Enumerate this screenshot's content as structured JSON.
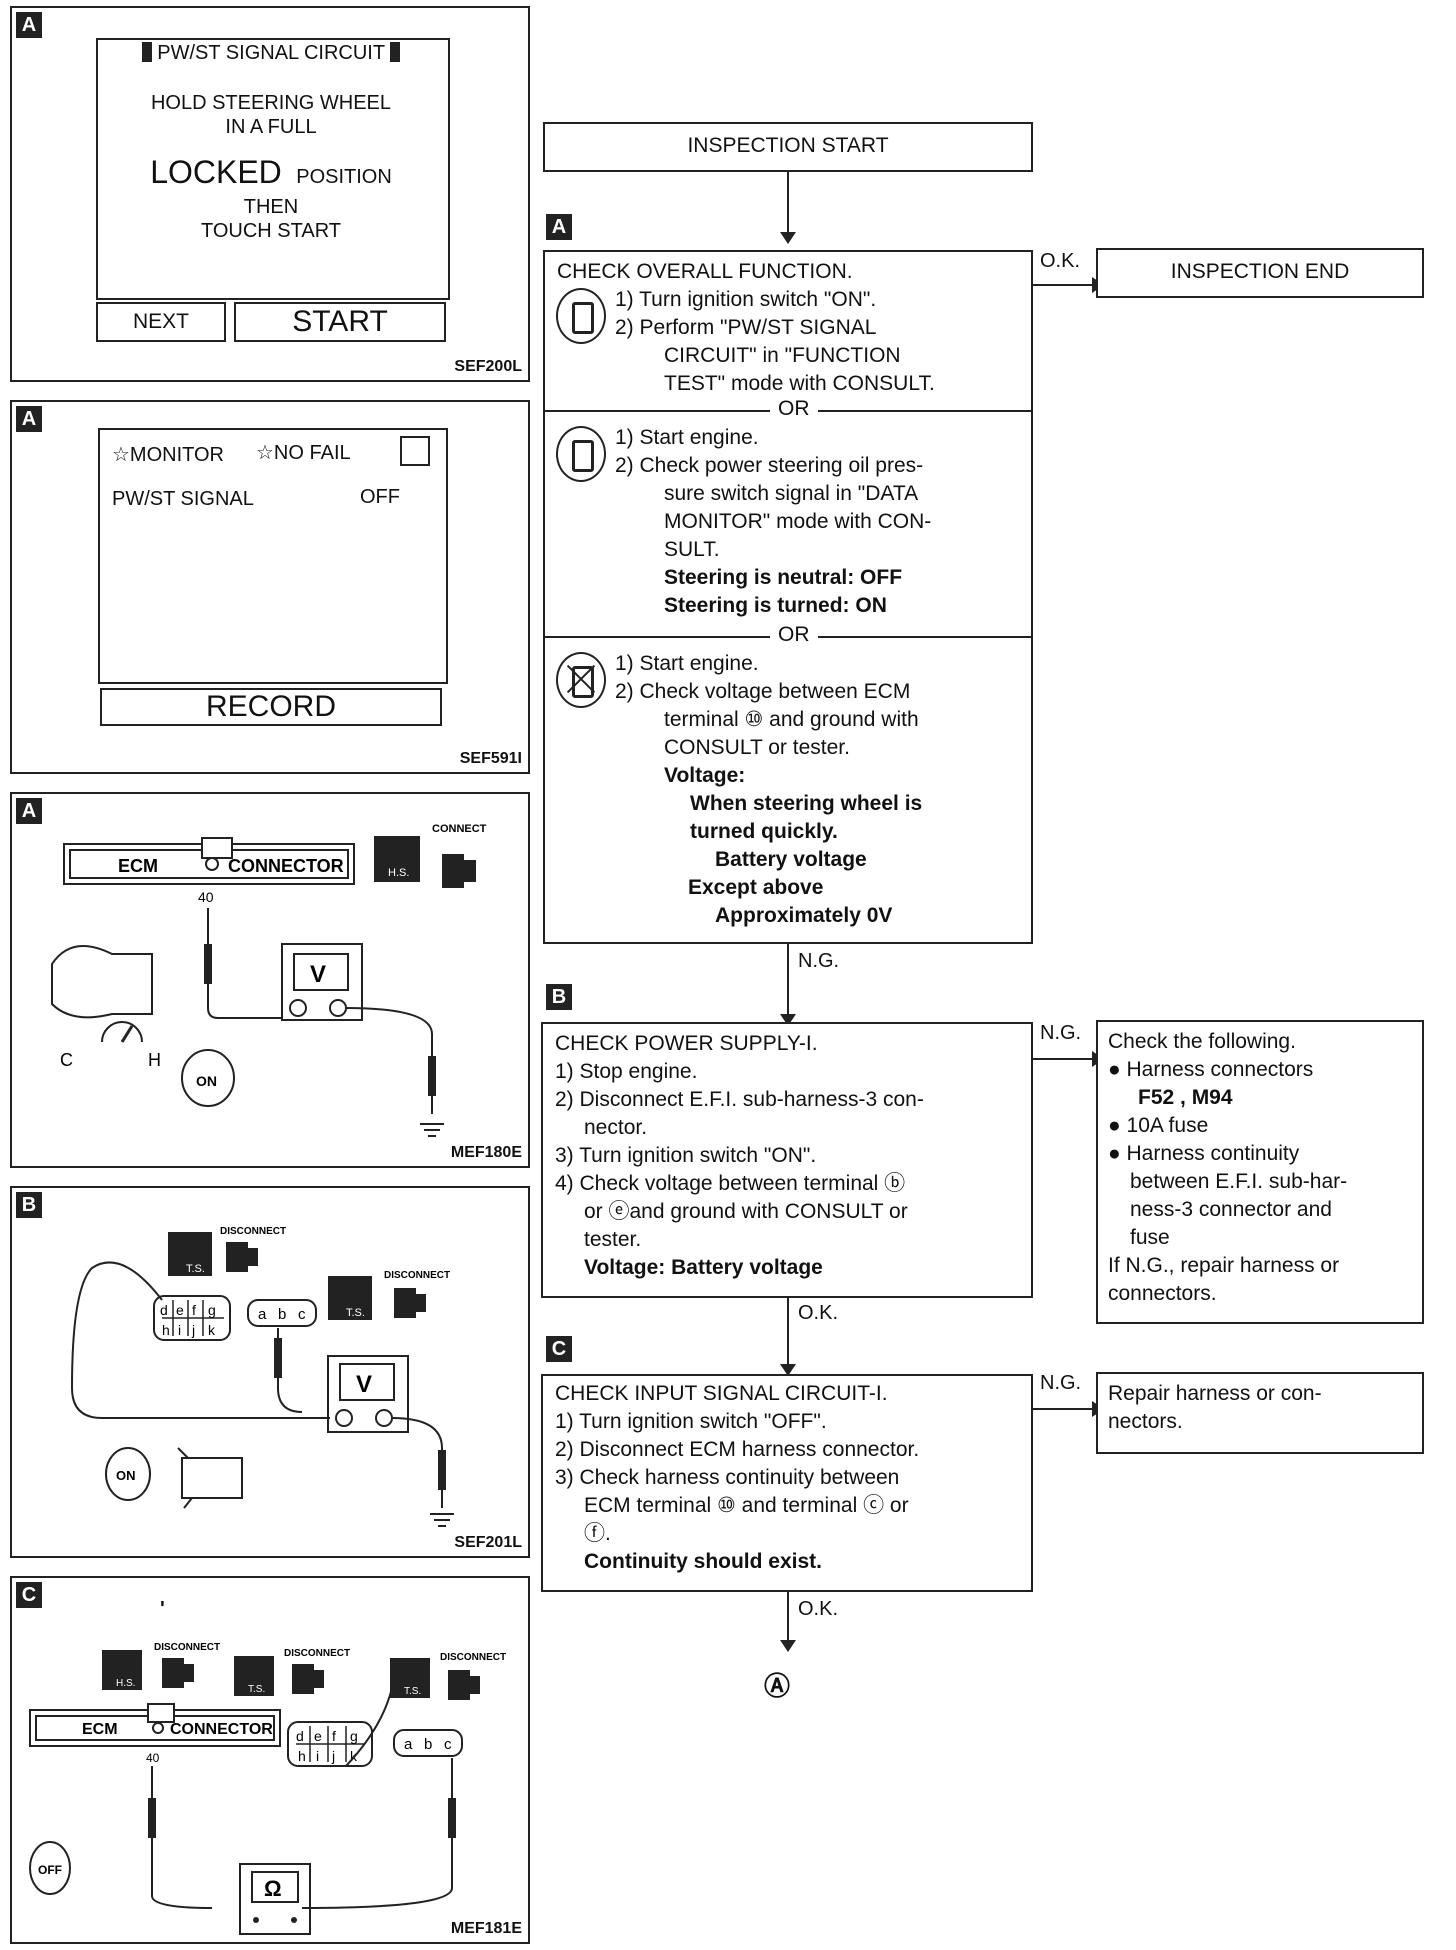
{
  "panels": {
    "p1": {
      "tag": "A",
      "title": "PW/ST SIGNAL CIRCUIT",
      "line1": "HOLD STEERING WHEEL",
      "line2": "IN A FULL",
      "line3a": "LOCKED",
      "line3b": "POSITION",
      "line4": "THEN",
      "line5": "TOUCH START",
      "btn_next": "NEXT",
      "btn_start": "START",
      "code": "SEF200L"
    },
    "p2": {
      "tag": "A",
      "monitor": "☆MONITOR",
      "nofail": "☆NO FAIL",
      "signal": "PW/ST SIGNAL",
      "signal_val": "OFF",
      "btn_record": "RECORD",
      "code": "SEF591I"
    },
    "p3": {
      "tag": "A",
      "ecm": "ECM",
      "connector": "CONNECTOR",
      "pin": "40",
      "connect": "CONNECT",
      "hs": "H.S.",
      "meter": "V",
      "temp_c": "C",
      "temp_h": "H",
      "key": "ON",
      "code": "MEF180E"
    },
    "p4": {
      "tag": "B",
      "disconnect1": "DISCONNECT",
      "disconnect2": "DISCONNECT",
      "ts": "T.S.",
      "pins_top": [
        "d",
        "e",
        "f",
        "g"
      ],
      "pins_bot": [
        "h",
        "i",
        "j",
        "k"
      ],
      "pins_abc": [
        "a",
        "b",
        "c"
      ],
      "meter": "V",
      "key": "ON",
      "code": "SEF201L"
    },
    "p5": {
      "tag": "C",
      "dot": "'",
      "disconnect1": "DISCONNECT",
      "disconnect2": "DISCONNECT",
      "disconnect3": "DISCONNECT",
      "hs": "H.S.",
      "ts": "T.S.",
      "ecm": "ECM",
      "connector": "CONNECTOR",
      "pin": "40",
      "pins_top": [
        "d",
        "e",
        "f",
        "g"
      ],
      "pins_bot": [
        "h",
        "i",
        "j",
        "k"
      ],
      "pins_abc": [
        "a",
        "b",
        "c"
      ],
      "meter": "Ω",
      "key": "OFF",
      "code": "MEF181E"
    }
  },
  "flow": {
    "start": "INSPECTION START",
    "end": "INSPECTION END",
    "ok": "O.K.",
    "ng": "N.G.",
    "or": "OR",
    "a": {
      "tag": "A",
      "title": "CHECK OVERALL FUNCTION.",
      "s1": [
        "1) Turn ignition switch \"ON\".",
        "2) Perform \"PW/ST SIGNAL",
        "CIRCUIT\" in \"FUNCTION",
        "TEST\" mode with CONSULT."
      ],
      "s2": [
        "1) Start engine.",
        "2) Check power steering oil pres-",
        "sure switch signal in \"DATA",
        "MONITOR\" mode with CON-",
        "SULT."
      ],
      "s2b": [
        "Steering is neutral: OFF",
        "Steering is turned: ON"
      ],
      "s3": [
        "1) Start engine.",
        "2) Check voltage between ECM",
        "terminal ⑩ and ground with",
        "CONSULT or tester."
      ],
      "s3b": [
        "Voltage:",
        "When steering wheel is",
        "turned quickly.",
        "Battery voltage",
        "Except above",
        "Approximately 0V"
      ]
    },
    "b": {
      "tag": "B",
      "lines": [
        "CHECK POWER SUPPLY-I.",
        "1) Stop engine.",
        "2) Disconnect E.F.I. sub-harness-3 con-",
        "nector.",
        "3) Turn ignition switch \"ON\".",
        "4) Check voltage between terminal ⓑ",
        "or ⓔand ground with CONSULT or",
        "tester."
      ],
      "bold": "Voltage: Battery voltage",
      "side": [
        "Check the following.",
        "● Harness connectors",
        "F52 , M94",
        "● 10A fuse",
        "● Harness continuity",
        "between E.F.I. sub-har-",
        "ness-3 connector and",
        "fuse",
        "If N.G., repair harness or",
        "connectors."
      ]
    },
    "c": {
      "tag": "C",
      "lines": [
        "CHECK INPUT SIGNAL CIRCUIT-I.",
        "1) Turn ignition switch \"OFF\".",
        "2) Disconnect ECM harness connector.",
        "3) Check harness continuity between",
        "ECM terminal ⑩ and terminal ⓒ or",
        "ⓕ."
      ],
      "bold": "Continuity should exist.",
      "side": [
        "Repair harness or con-",
        "nectors."
      ]
    },
    "next": "Ⓐ"
  }
}
